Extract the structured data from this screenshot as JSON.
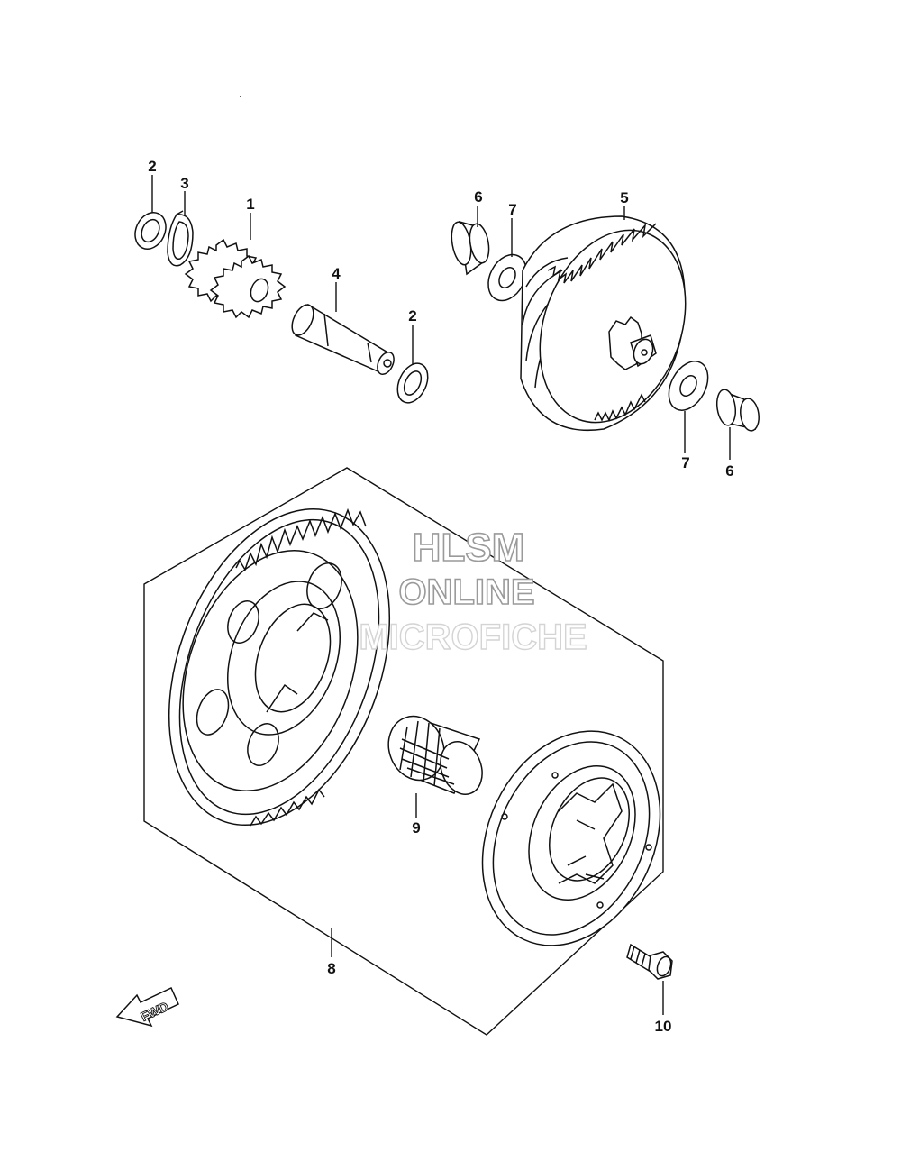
{
  "callouts": [
    {
      "id": "c1",
      "label": "1"
    },
    {
      "id": "c2a",
      "label": "2"
    },
    {
      "id": "c2b",
      "label": "2"
    },
    {
      "id": "c3",
      "label": "3"
    },
    {
      "id": "c4",
      "label": "4"
    },
    {
      "id": "c5",
      "label": "5"
    },
    {
      "id": "c6a",
      "label": "6"
    },
    {
      "id": "c6b",
      "label": "6"
    },
    {
      "id": "c7a",
      "label": "7"
    },
    {
      "id": "c7b",
      "label": "7"
    },
    {
      "id": "c8",
      "label": "8"
    },
    {
      "id": "c9",
      "label": "9"
    },
    {
      "id": "c10",
      "label": "10"
    }
  ],
  "watermark": {
    "line1": "HLSM",
    "line2": "ONLINE",
    "line3": "MICROFICHE"
  },
  "direction_arrow": {
    "label": "FWD"
  },
  "colors": {
    "line": "#111111",
    "background": "#ffffff",
    "watermark": "#9a9a9a"
  }
}
